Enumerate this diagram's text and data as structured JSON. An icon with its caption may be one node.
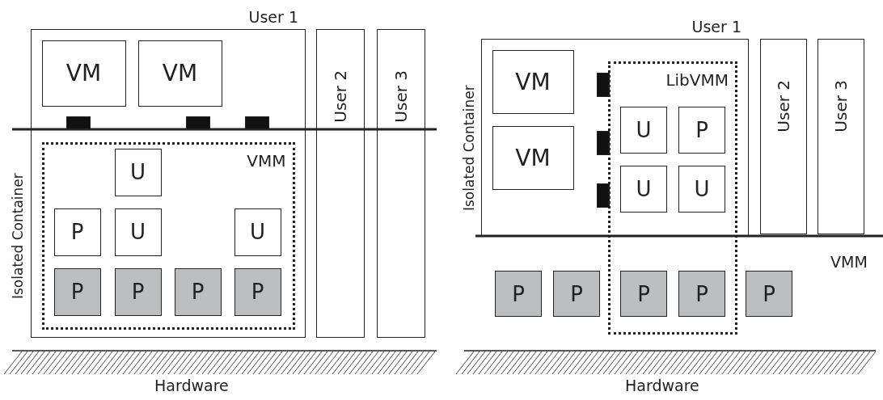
{
  "diagram": {
    "nodes": [
      {
        "text": [
          "User 1"
        ],
        "beside": [
          "Isolated Container"
        ]
      },
      {
        "text": [
          "VM"
        ],
        "in": 0
      },
      {
        "text": [
          "VM"
        ],
        "in": 0
      },
      {
        "text": [],
        "shape": "bar",
        "in": 0
      },
      {
        "text": [],
        "shape": "bar",
        "in": 0
      },
      {
        "text": [],
        "shape": "bar",
        "in": 0
      },
      {
        "text": [
          "VMM"
        ],
        "in": 0
      },
      {
        "text": [
          "U"
        ],
        "in": 6
      },
      {
        "text": [
          "P"
        ],
        "in": 6
      },
      {
        "text": [
          "U"
        ],
        "in": 6
      },
      {
        "text": [
          "U"
        ],
        "in": 6
      },
      {
        "text": [
          "P"
        ],
        "in": 6
      },
      {
        "text": [
          "P"
        ],
        "in": 6
      },
      {
        "text": [
          "P"
        ],
        "in": 6
      },
      {
        "text": [
          "P"
        ],
        "in": 6
      },
      {
        "text": [
          "User 2"
        ]
      },
      {
        "text": [
          "User 3"
        ]
      },
      {
        "text": [
          "User 1"
        ],
        "beside": [
          "Isolated Container"
        ]
      },
      {
        "text": [
          "VM"
        ],
        "in": 17
      },
      {
        "text": [
          "VM"
        ],
        "in": 17
      },
      {
        "text": [],
        "shape": "bar",
        "in": 17
      },
      {
        "text": [],
        "shape": "bar",
        "in": 17
      },
      {
        "text": [],
        "shape": "bar",
        "in": 17
      },
      {
        "text": [
          "LibVMM"
        ]
      },
      {
        "text": [
          "U"
        ]
      },
      {
        "text": [
          "P"
        ]
      },
      {
        "text": [
          "U"
        ]
      },
      {
        "text": [
          "U"
        ]
      },
      {
        "text": [
          "P"
        ]
      },
      {
        "text": [
          "P"
        ]
      },
      {
        "text": [
          "P"
        ],
        "in": 23
      },
      {
        "text": [
          "P"
        ],
        "in": 23
      },
      {
        "text": [
          "P"
        ]
      },
      {
        "text": [
          "User 2"
        ]
      },
      {
        "text": [
          "User 3"
        ]
      }
    ],
    "labels": [
      "Hardware",
      "VMM",
      "Hardware"
    ]
  }
}
